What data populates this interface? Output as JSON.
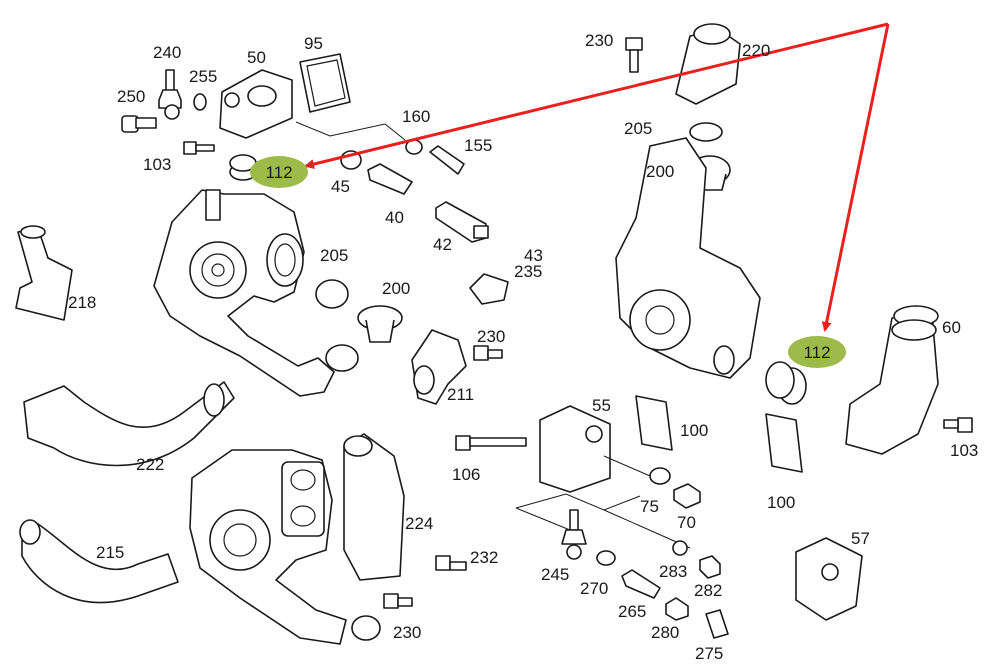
{
  "diagram": {
    "labels": {
      "l250": "250",
      "l240": "240",
      "l255": "255",
      "l50": "50",
      "l95": "95",
      "l103a": "103",
      "l160": "160",
      "l155": "155",
      "l45": "45",
      "l40": "40",
      "l42": "42",
      "l43": "43",
      "l235": "235",
      "l205a": "205",
      "l200a": "200",
      "l230a": "230",
      "l211": "211",
      "l218": "218",
      "l222": "222",
      "l215": "215",
      "l224": "224",
      "l232": "232",
      "l230b": "230",
      "l230c": "230",
      "l220": "220",
      "l205b": "205",
      "l200b": "200",
      "l60": "60",
      "l103b": "103",
      "l55": "55",
      "l100a": "100",
      "l100b": "100",
      "l106": "106",
      "l75": "75",
      "l70": "70",
      "l245": "245",
      "l270": "270",
      "l283": "283",
      "l282": "282",
      "l265": "265",
      "l280": "280",
      "l275": "275",
      "l57": "57"
    },
    "highlights": {
      "h1": "112",
      "h2": "112"
    },
    "colors": {
      "highlight_fill": "#9dbb4a",
      "arrow": "#e8201e",
      "line": "#1a1a1a"
    }
  }
}
